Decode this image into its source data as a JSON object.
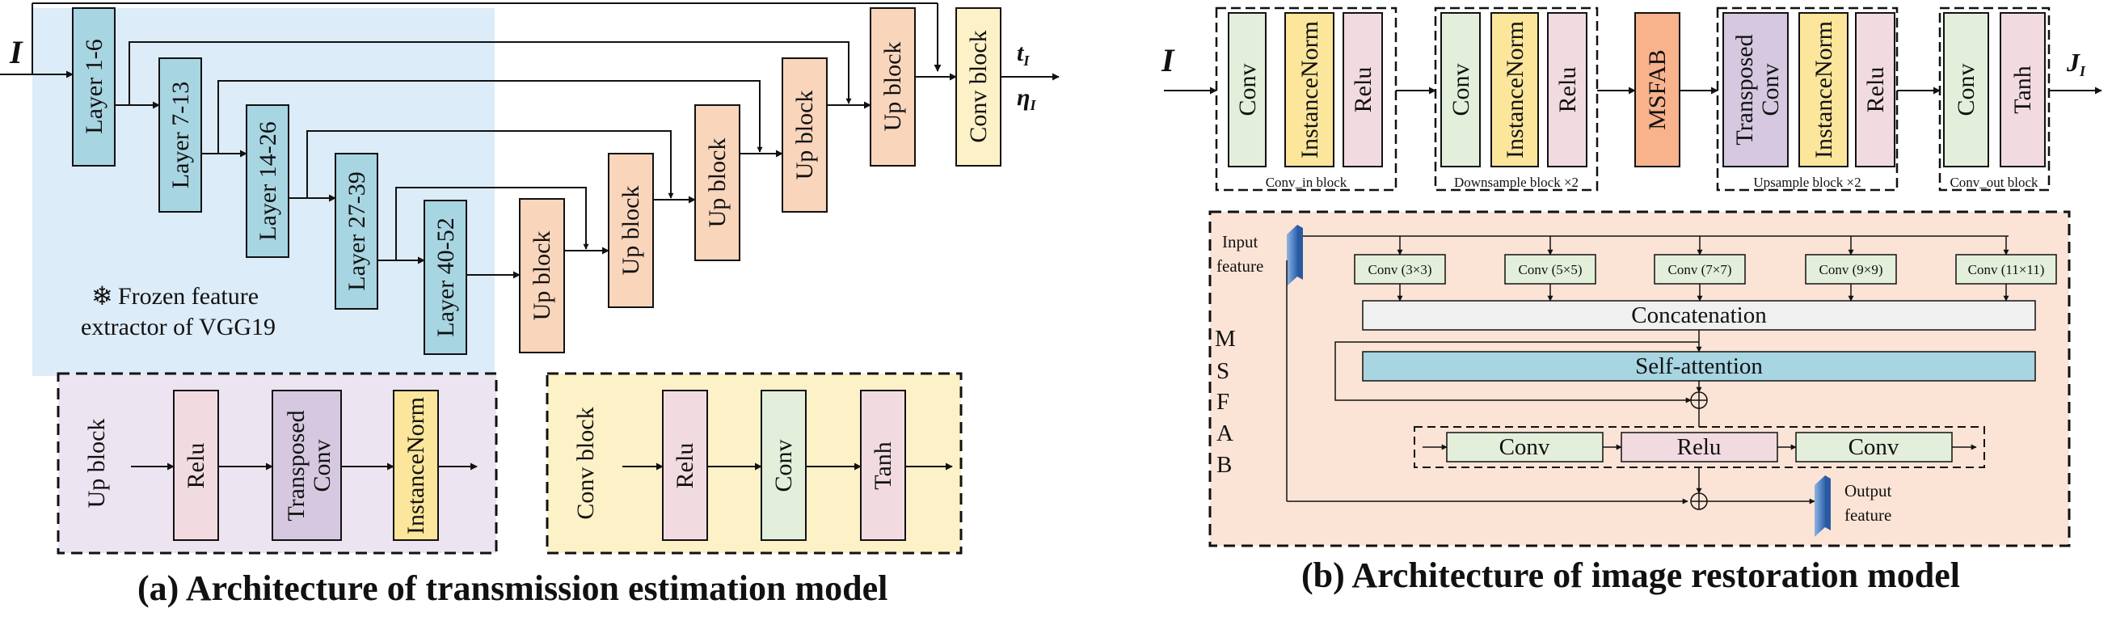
{
  "colors": {
    "vgg_bg": "#dcecf8",
    "layer": "#a8d5e2",
    "up": "#f9d5bb",
    "convblock": "#fdf1c8",
    "upblock_panel": "#ece5f1",
    "convblock_panel": "#fdf1c8",
    "relu": "#f1dbe1",
    "tconv": "#d5c8e0",
    "inorm": "#fbe69b",
    "conv": "#e3efda",
    "tanh": "#f1dbe1",
    "msfab": "#f8b28c",
    "msfab_panel": "#fbe4d6",
    "concat": "#f0f0f0",
    "selfattn": "#a8d5e2",
    "feature": "#4f81bd"
  },
  "left": {
    "input_symbol": "I",
    "layers": [
      "Layer 1-6",
      "Layer 7-13",
      "Layer 14-26",
      "Layer 27-39",
      "Layer 40-52"
    ],
    "up_blocks": [
      "Up block",
      "Up block",
      "Up block",
      "Up block",
      "Up block"
    ],
    "conv_block": "Conv block",
    "outputs": {
      "t": "t",
      "t_sub": "I",
      "eta": "η",
      "eta_sub": "I"
    },
    "frozen_icon": "snowflake-icon",
    "frozen_line1": "Frozen feature",
    "frozen_line2": "extractor of VGG19",
    "upblock_panel": {
      "title": "Up block",
      "items": [
        "Relu",
        "Transposed Conv",
        "InstanceNorm"
      ]
    },
    "convblock_panel": {
      "title": "Conv block",
      "items": [
        "Relu",
        "Conv",
        "Tanh"
      ]
    },
    "caption": "(a) Architecture of transmission estimation model"
  },
  "right": {
    "input_symbol": "I",
    "groups": [
      {
        "label": "Conv_in block",
        "items": [
          "Conv",
          "InstanceNorm",
          "Relu"
        ]
      },
      {
        "label": "Downsample block ×2",
        "items": [
          "Conv",
          "InstanceNorm",
          "Relu"
        ]
      },
      {
        "label": "",
        "items": [
          "MSFAB"
        ]
      },
      {
        "label": "Upsample block ×2",
        "items": [
          "Transposed Conv",
          "InstanceNorm",
          "Relu"
        ]
      },
      {
        "label": "Conv_out block",
        "items": [
          "Conv",
          "Tanh"
        ]
      }
    ],
    "output": {
      "j": "J",
      "j_sub": "I"
    },
    "msfab": {
      "side_letters": [
        "M",
        "S",
        "F",
        "A",
        "B"
      ],
      "input_label_1": "Input",
      "input_label_2": "feature",
      "output_label_1": "Output",
      "output_label_2": "feature",
      "branch_convs": [
        "Conv (3×3)",
        "Conv (5×5)",
        "Conv (7×7)",
        "Conv (9×9)",
        "Conv (11×11)"
      ],
      "concat": "Concatenation",
      "self_attention": "Self-attention",
      "ffn": [
        "Conv",
        "Relu",
        "Conv"
      ],
      "plus_symbol": "⊕"
    },
    "caption": "(b) Architecture of image restoration model"
  }
}
